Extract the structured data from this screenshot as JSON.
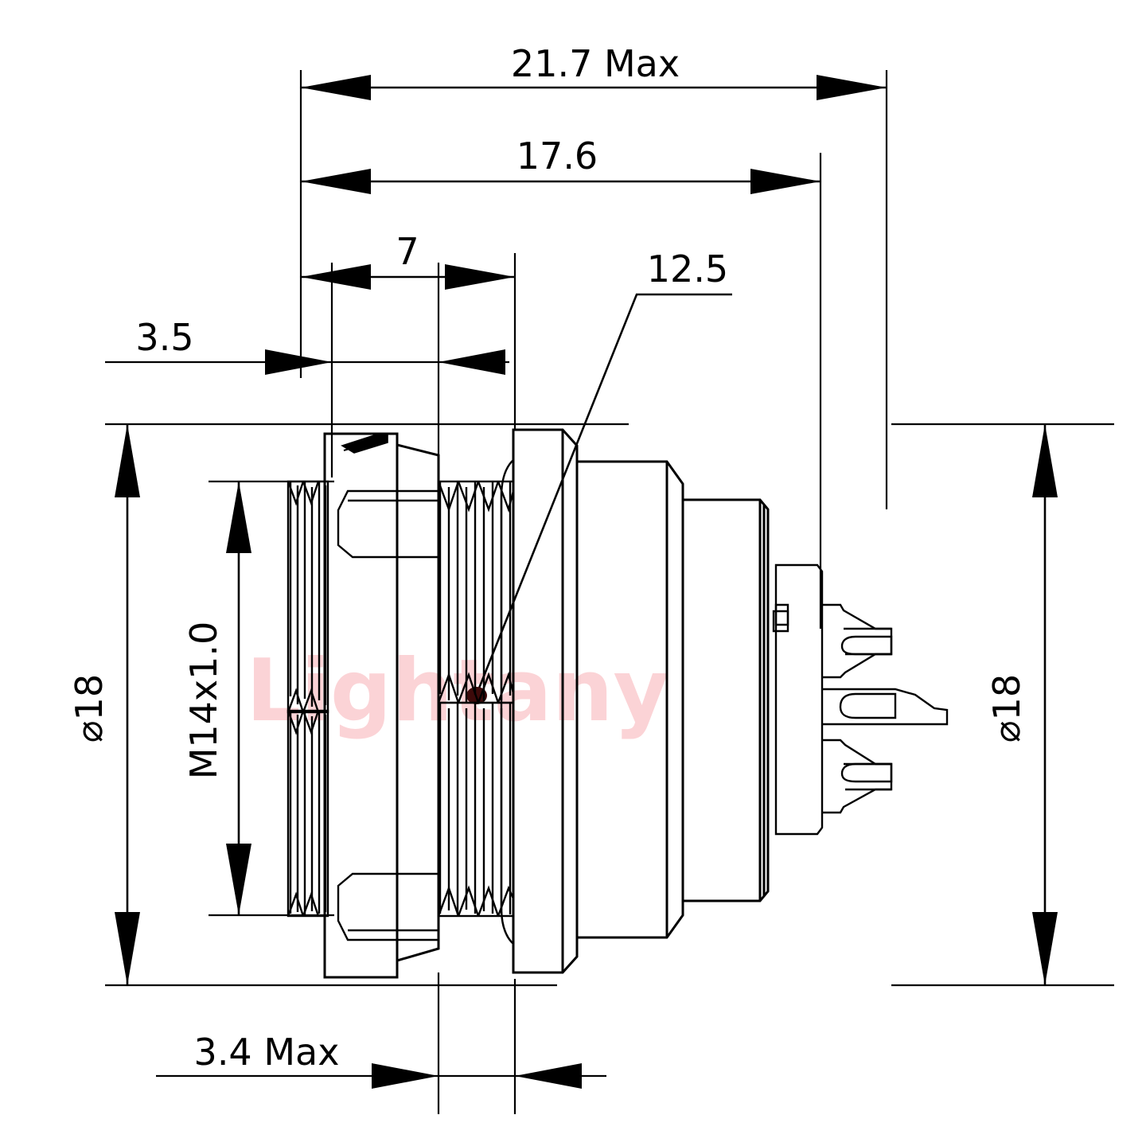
{
  "drawing": {
    "title": "Panel-mount circular connector M14x1.0 dimensional drawing",
    "units": "mm",
    "line_color": "#000000",
    "background_color": "#ffffff",
    "leader_dot_color": "#3d0a0a",
    "watermark": {
      "text": "Lightany",
      "color": "#fbd3d6"
    }
  },
  "dimensions": {
    "overall_length": "21.7 Max",
    "body_length": "17.6",
    "thread_length": "7",
    "front_flange": "3.5",
    "panel_thickness": "3.4 Max",
    "insert_depth": "12.5",
    "outer_diameter_left": "⌀18",
    "outer_diameter_right": "⌀18",
    "thread_spec": "M14x1.0"
  },
  "labels": [
    {
      "name": "overall-length",
      "value": "21.7 Max"
    },
    {
      "name": "body-length",
      "value": "17.6"
    },
    {
      "name": "thread-length",
      "value": "7"
    },
    {
      "name": "front-flange",
      "value": "3.5"
    },
    {
      "name": "insert-depth",
      "value": "12.5"
    },
    {
      "name": "outer-diameter-left",
      "value": "⌀18"
    },
    {
      "name": "thread-spec",
      "value": "M14x1.0"
    },
    {
      "name": "outer-diameter-right",
      "value": "⌀18"
    },
    {
      "name": "panel-thickness",
      "value": "3.4 Max"
    }
  ]
}
